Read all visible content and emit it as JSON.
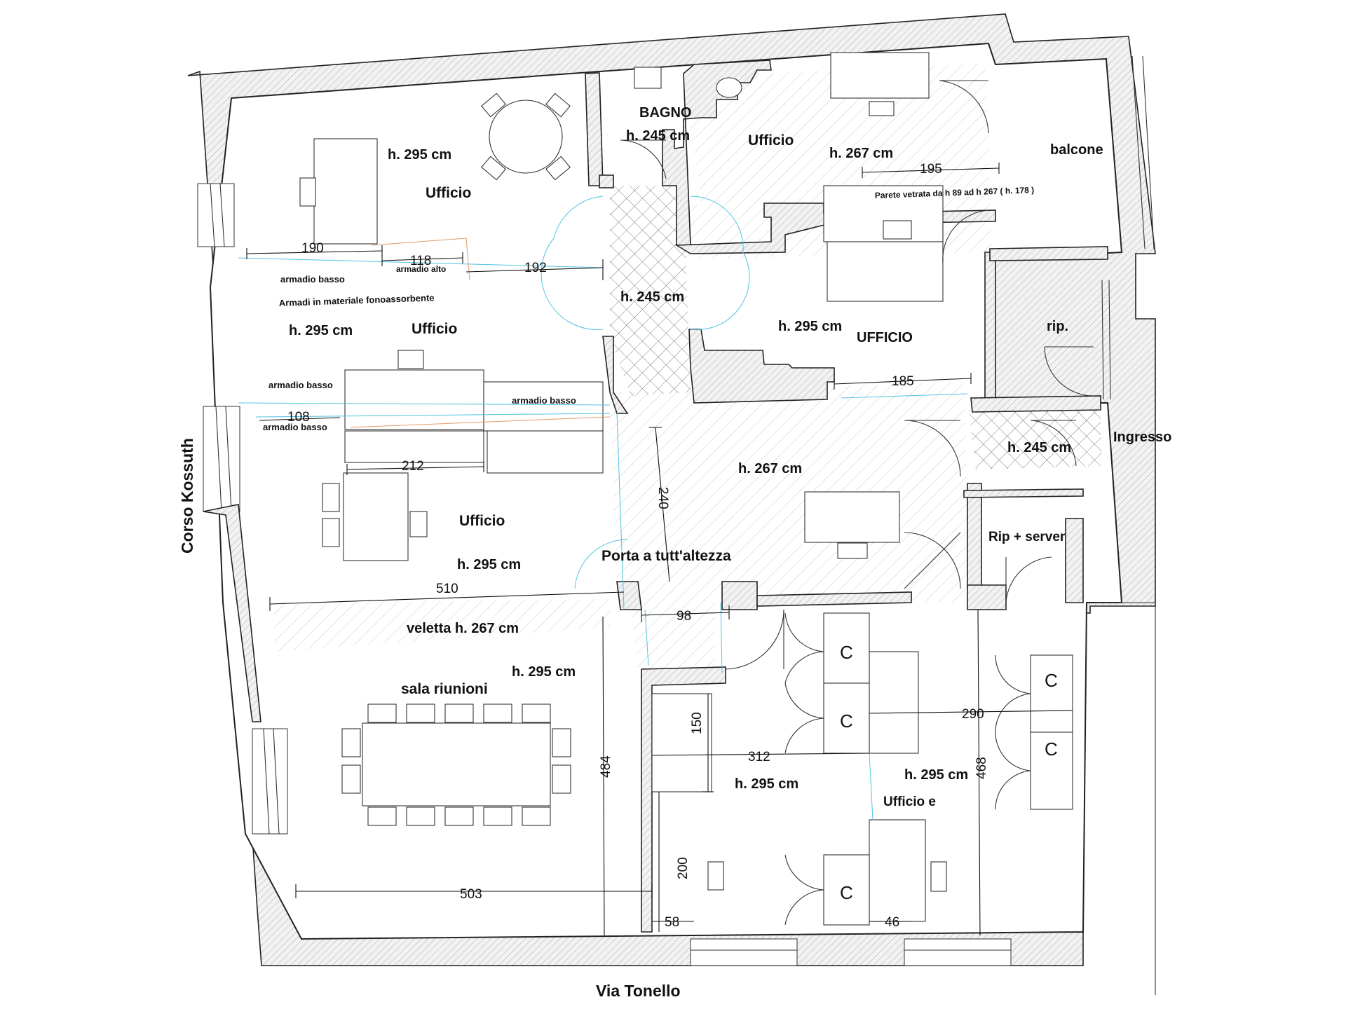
{
  "streets": {
    "left": "Corso Kossuth",
    "bottom": "Via Tonello"
  },
  "rooms": {
    "bagno": "BAGNO",
    "ufficio_top_left": "Ufficio",
    "ufficio_top_center": "Ufficio",
    "balcone": "balcone",
    "ufficio_mid_left": "Ufficio",
    "ufficio_caps": "UFFICIO",
    "rip": "rip.",
    "ingresso": "Ingresso",
    "rip_server": "Rip + server",
    "ufficio_lower_left": "Ufficio",
    "sala_riunioni": "sala riunioni",
    "porta": "Porta a tutt'altezza",
    "veletta": "veletta h. 267 cm",
    "ufficio_partial": "Ufficio e"
  },
  "heights": {
    "h_top_left": "h. 295 cm",
    "h_bagno": "h. 245 cm",
    "h_top_center": "h. 267 cm",
    "h_corridor": "h. 245 cm",
    "h_mid_left": "h. 295 cm",
    "h_ufficio_caps": "h. 295 cm",
    "h_ingresso": "h. 245 cm",
    "h_hall": "h. 267 cm",
    "h_lower_left": "h. 295 cm",
    "h_sala": "h. 295 cm",
    "h_bottom_center": "h. 295 cm",
    "h_bottom_right": "h. 295 cm"
  },
  "annotations": {
    "parete": "Parete vetrata da h 89 ad h 267 ( h. 178 )",
    "armadio_basso_1": "armadio basso",
    "armadio_alto": "armadio alto",
    "armadi_fono": "Armadi in materiale fonoassorbente",
    "armadio_basso_2": "armadio basso",
    "armadio_basso_3": "armadio basso",
    "armadio_basso_4": "armadio basso"
  },
  "dimensions": {
    "d190": "190",
    "d118": "118",
    "d192": "192",
    "d195": "195",
    "d185": "185",
    "d108": "108",
    "d212": "212",
    "d240": "240",
    "d510": "510",
    "d98": "98",
    "d290": "290",
    "d312": "312",
    "d150": "150",
    "d484": "484",
    "d468": "468",
    "d200": "200",
    "d503": "503",
    "d58": "58",
    "d46": "46"
  },
  "lockers": {
    "c1": "C",
    "c2": "C",
    "c3": "C",
    "c4": "C",
    "c5": "C"
  }
}
